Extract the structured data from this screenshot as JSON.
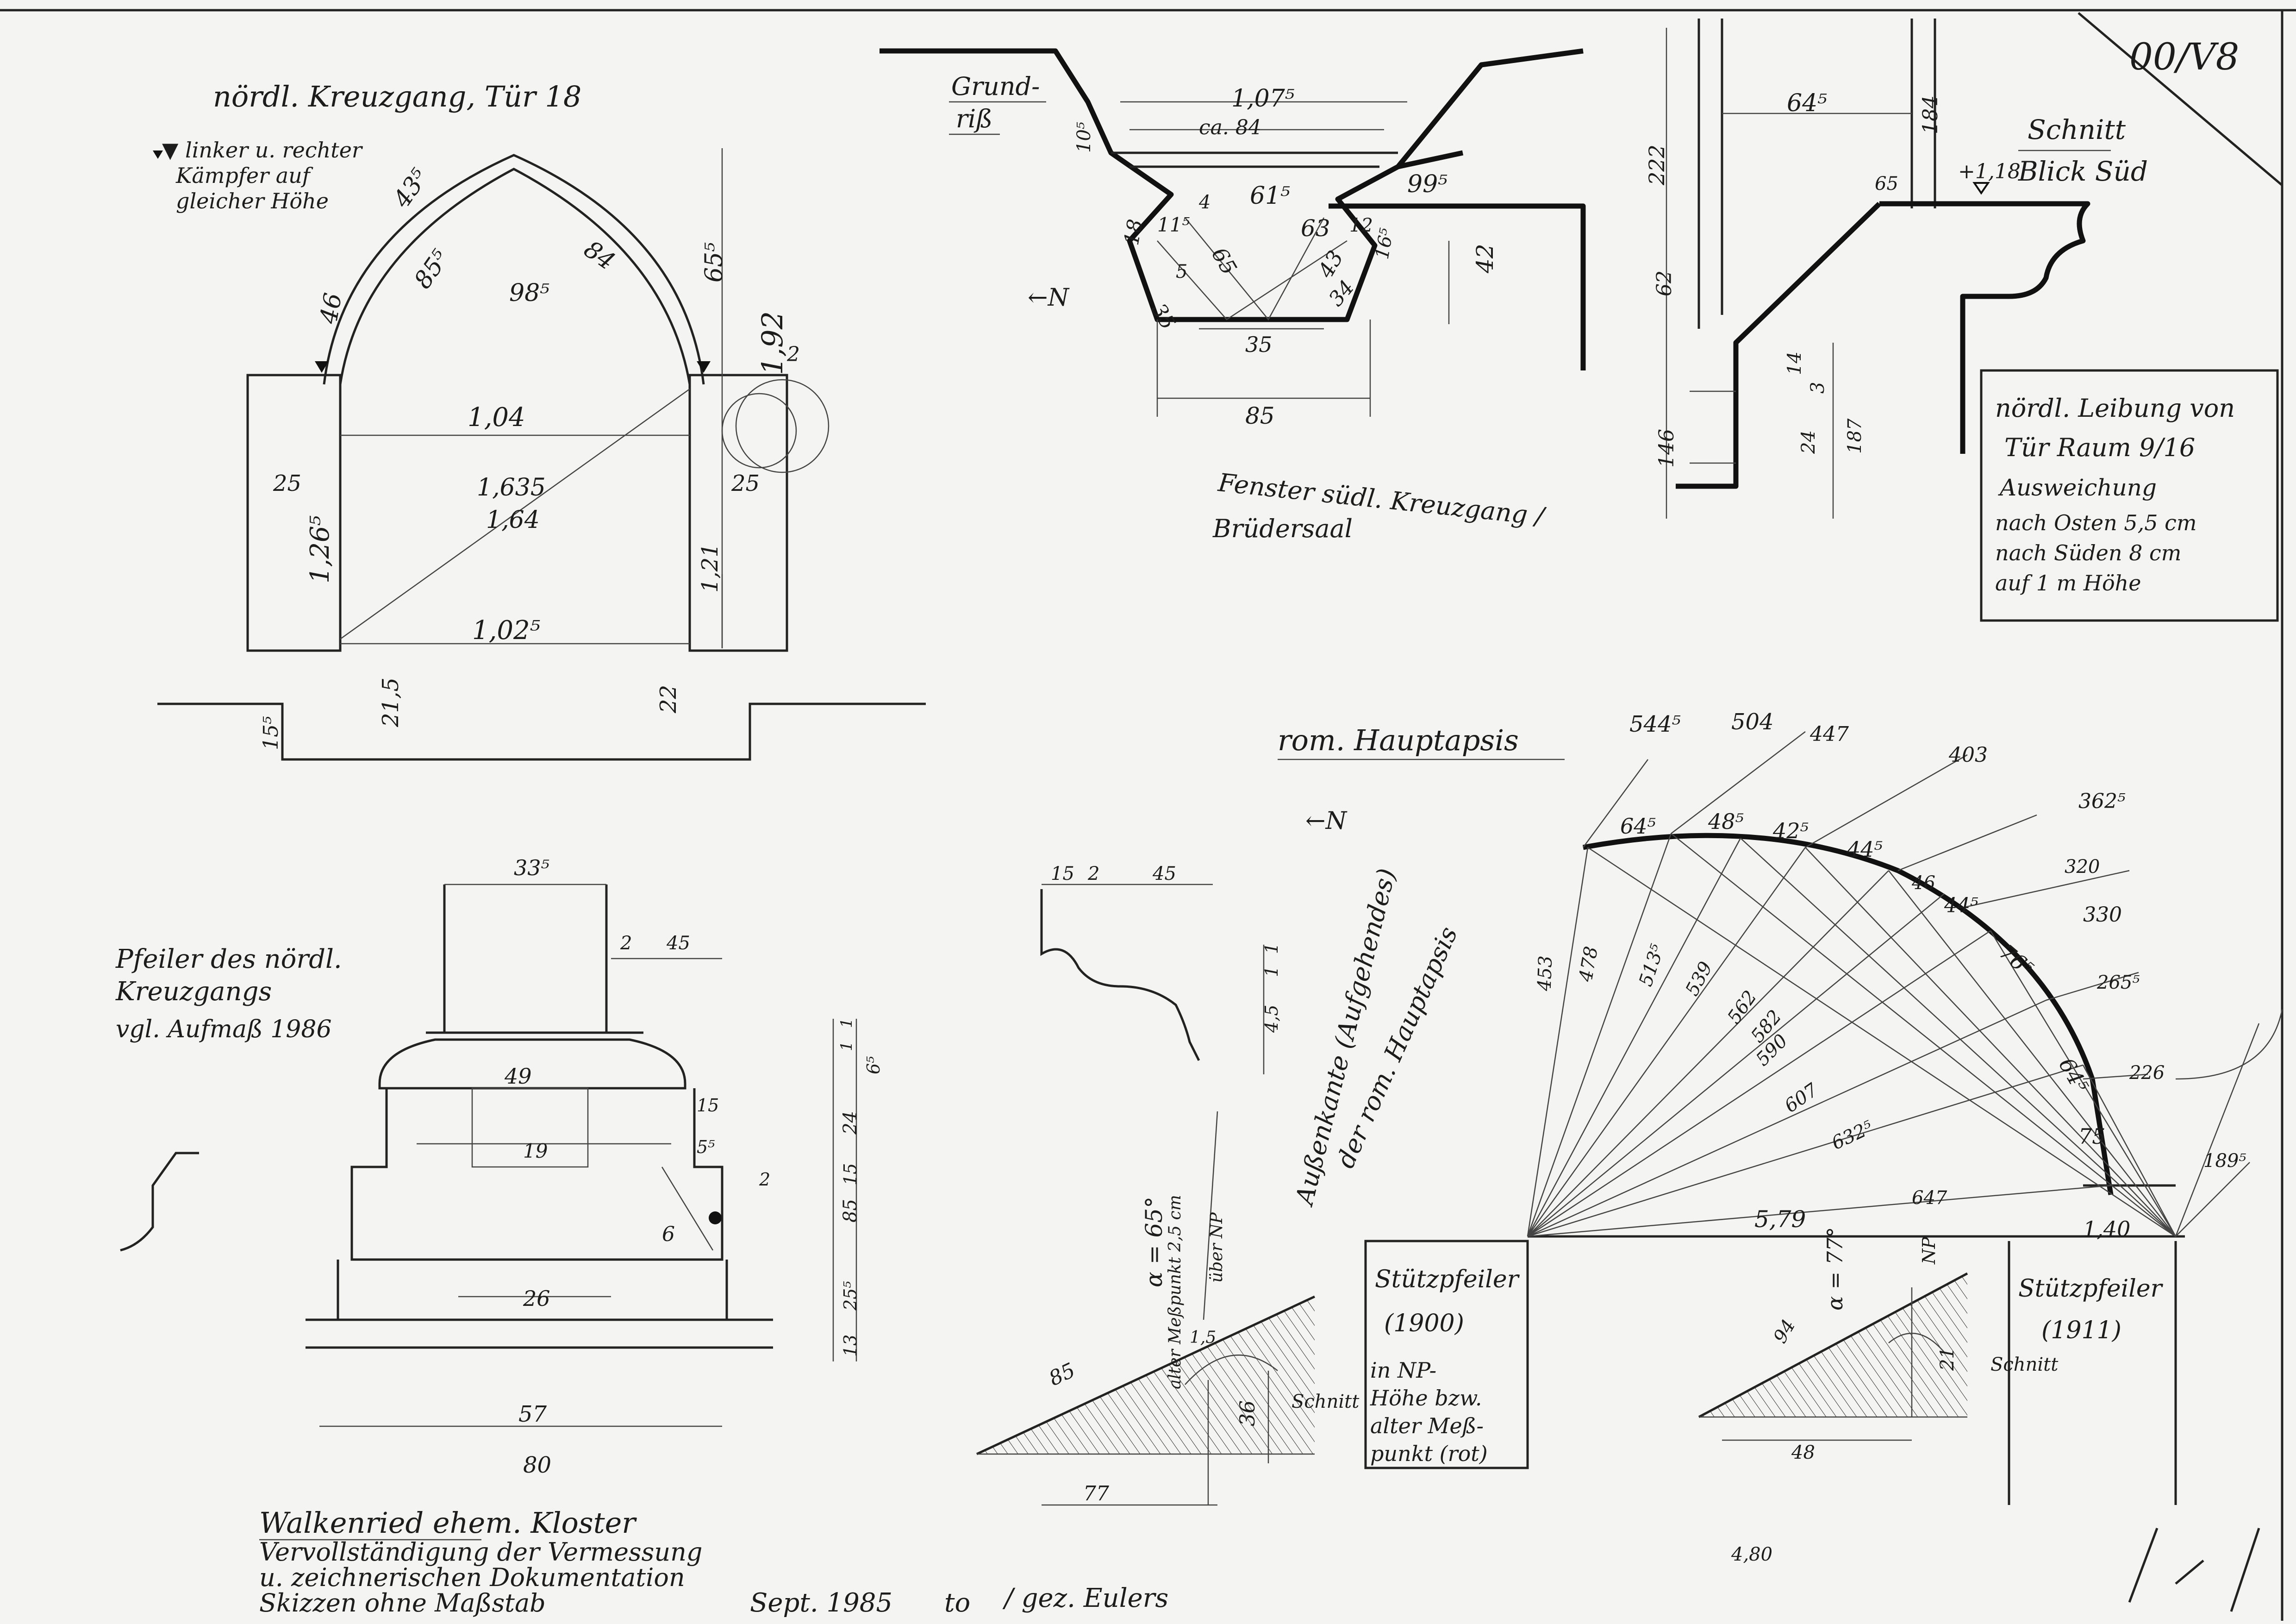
{
  "sheet": {
    "number": "00/V8"
  },
  "door18": {
    "title": "nördl. Kreuzgang, Tür 18",
    "note_line1": "▼ linker u. rechter",
    "note_line2": "Kämpfer auf",
    "note_line3": "gleicher Höhe",
    "d_43_5": "43⁵",
    "d_85_5": "85⁵",
    "d_98_5": "98⁵",
    "d_84": "84",
    "d_46": "46",
    "d_65_5": "65⁵",
    "d_1_92": "1,92",
    "d_1_04": "1,04",
    "d_25l": "25",
    "d_25r": "25",
    "d_1_635": "1,635",
    "d_1_64": "1,64",
    "d_1_26_5": "1,26⁵",
    "d_1_21": "1,21",
    "d_1_02_5": "1,02⁵",
    "d_21_5": "21,5",
    "d_22": "22",
    "d_15_5": "15⁵",
    "d_2": "2"
  },
  "window": {
    "tag_line1": "Grund-",
    "tag_line2": "riß",
    "caption_line1": "Fenster südl. Kreuzgang /",
    "caption_line2": "Brüdersaal",
    "north": "←N",
    "d_1_07_5": "1,07⁵",
    "d_ca84": "ca. 84",
    "d_10_5": "10⁵",
    "d_61_5": "61⁵",
    "d_99_5": "99⁵",
    "d_18": "18",
    "d_11_5": "11⁵",
    "d_4": "4",
    "d_5": "5",
    "d_65": "65",
    "d_63": "63",
    "d_43": "43",
    "d_12": "12",
    "d_16_5": "16⁵",
    "d_42": "42",
    "d_35a": "35",
    "d_34": "34",
    "d_35b": "35",
    "d_85": "85"
  },
  "section": {
    "title_line1": "Schnitt",
    "title_line2": "Blick Süd",
    "level": "+1,18",
    "d_64_5": "64⁵",
    "d_184": "184",
    "d_222": "222",
    "d_65": "65",
    "d_62": "62",
    "d_146": "146",
    "d_14": "14",
    "d_3": "3",
    "d_24": "24",
    "d_187": "187"
  },
  "note_box": {
    "line1": "nördl. Leibung von",
    "line2": "Tür Raum 9/16",
    "line3": "Ausweichung",
    "line4": "nach Osten 5,5 cm",
    "line5": "nach Süden 8 cm",
    "line6": "auf 1 m Höhe"
  },
  "apse": {
    "title": "rom. Hauptapsis",
    "north": "←N",
    "arc_line1": "Außenkante (Aufgehendes)",
    "arc_line2": "der rom. Hauptapsis",
    "top_1": "544⁵",
    "top_2": "504",
    "top_3": "447",
    "top_4": "403",
    "right_1": "362⁵",
    "right_2": "320",
    "right_3": "330",
    "right_4": "265⁵",
    "right_5": "226",
    "right_6": "189⁵",
    "seg_1": "64⁵",
    "seg_2": "48⁵",
    "seg_3": "42⁵",
    "seg_4": "44⁵",
    "seg_5": "46",
    "seg_6": "44⁵",
    "seg_7": "76⁵",
    "seg_8": "64⁵",
    "seg_9": "75",
    "ray_1": "453",
    "ray_2": "478",
    "ray_3": "513⁵",
    "ray_4": "539",
    "ray_5": "562",
    "ray_6": "582",
    "ray_7": "590",
    "ray_8": "607",
    "ray_9": "632⁵",
    "ray_10": "647",
    "base_1": "5,79",
    "base_2": "1,40",
    "below": "4,80"
  },
  "pier_left": {
    "title_line1": "Stützpfeiler",
    "title_line2": "(1900)",
    "line3": "in NP-",
    "line4": "Höhe bzw.",
    "line5": "alter Meß-",
    "line6": "punkt (rot)",
    "alpha": "α = 65°",
    "mp_line1": "alter Meßpunkt 2,5 cm",
    "mp_line2": "über NP",
    "schnitt": "Schnitt",
    "d_15": "15",
    "d_2": "2",
    "d_45": "45",
    "d_1": "1",
    "d_1b": "1",
    "d_4_5": "4,5",
    "d_85": "85",
    "d_1_5": "1,5",
    "d_36": "36",
    "d_77": "77"
  },
  "pier_right": {
    "title_line1": "Stützpfeiler",
    "title_line2": "(1911)",
    "alpha": "α = 77°",
    "np": "NP",
    "schnitt": "Schnitt",
    "d_94": "94",
    "d_21": "21",
    "d_48": "48"
  },
  "pillar": {
    "title_line1": "Pfeiler des nördl.",
    "title_line2": "Kreuzgangs",
    "title_line3": "vgl. Aufmaß 1986",
    "d_33_5": "33⁵",
    "d_2": "2",
    "d_45": "45",
    "d_49": "49",
    "d_19": "19",
    "d_15": "15",
    "d_5_5": "5⁵",
    "d_2b": "2",
    "d_6": "6",
    "d_26": "26",
    "d_57": "57",
    "d_80": "80",
    "d_1a": "1",
    "d_1b": "1",
    "d_6_5": "6⁵",
    "d_24": "24",
    "d_15b": "15",
    "d_85": "85",
    "d_25_5": "25⁵",
    "d_13": "13"
  },
  "footer": {
    "line1": "Walkenried ehem. Kloster",
    "line2": "Vervollständigung der Vermessung",
    "line3": "u. zeichnerischen Dokumentation",
    "line4": "Skizzen ohne Maßstab",
    "date": "Sept. 1985",
    "initials": "to",
    "signature": "/ gez. Eulers"
  }
}
